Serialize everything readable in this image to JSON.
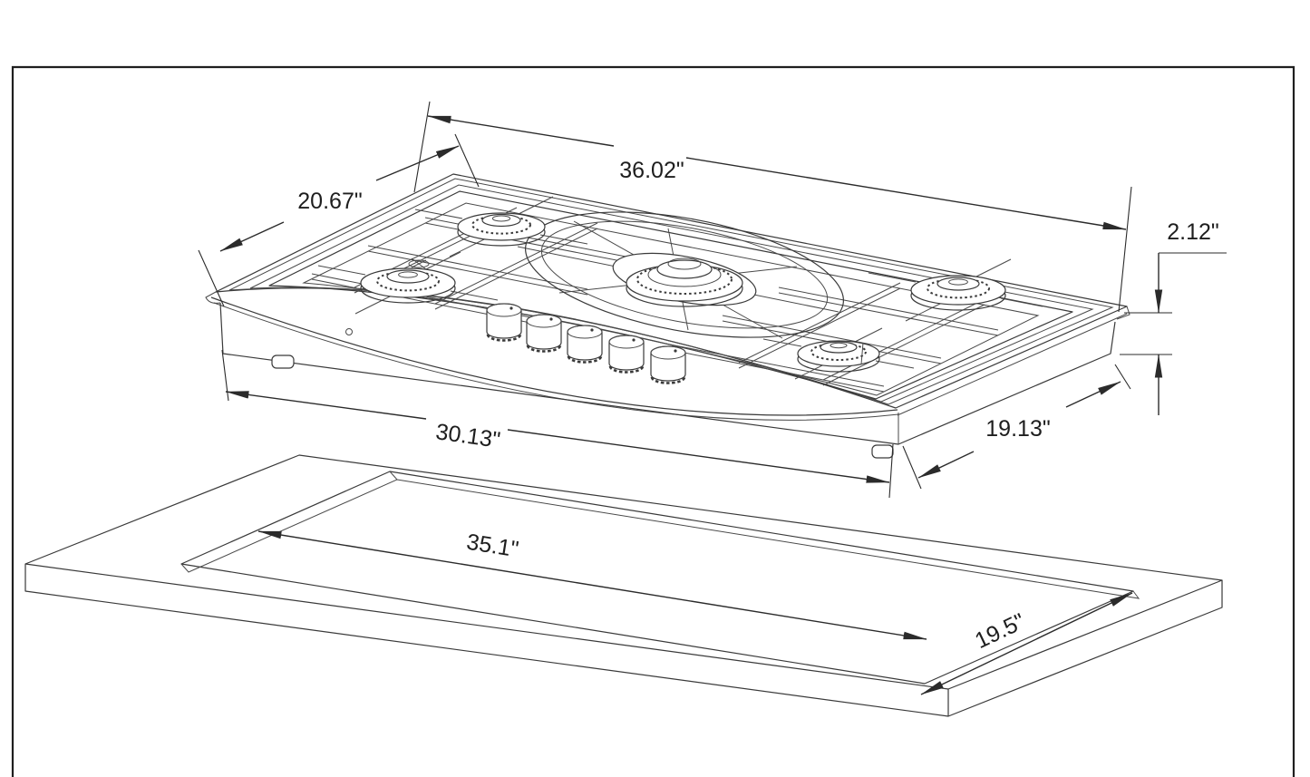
{
  "page": {
    "background": "#ffffff",
    "border_color": "#1f1f1f",
    "line_color": "#3a3a3a"
  },
  "diagram": {
    "type": "isometric-dimension-drawing",
    "subject": "5-burner gas cooktop above countertop cutout",
    "cooktop": {
      "burner_count": 5,
      "knob_count": 5,
      "dimensions": {
        "top_width": "36.02\"",
        "top_depth": "20.67\"",
        "body_height": "2.12\"",
        "base_width": "30.13\"",
        "base_depth": "19.13\""
      }
    },
    "cutout": {
      "dimensions": {
        "length": "35.1\"",
        "width": "19.5\""
      }
    }
  }
}
